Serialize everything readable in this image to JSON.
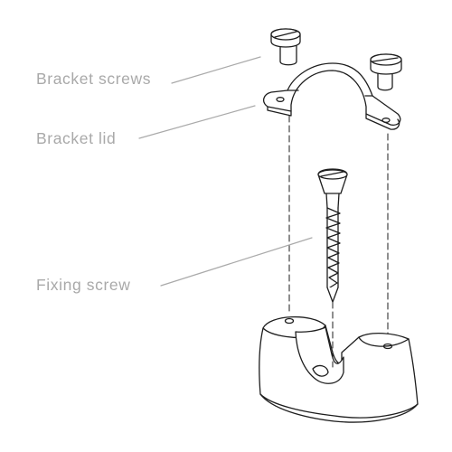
{
  "diagram": {
    "labels": {
      "bracket_screws": "Bracket screws",
      "bracket_lid": "Bracket lid",
      "fixing_screw": "Fixing screw"
    },
    "colors": {
      "line": "#1e1e1e",
      "leader": "#aaaaaa",
      "label_text": "#a9a9a9",
      "fill": "#ffffff"
    }
  }
}
